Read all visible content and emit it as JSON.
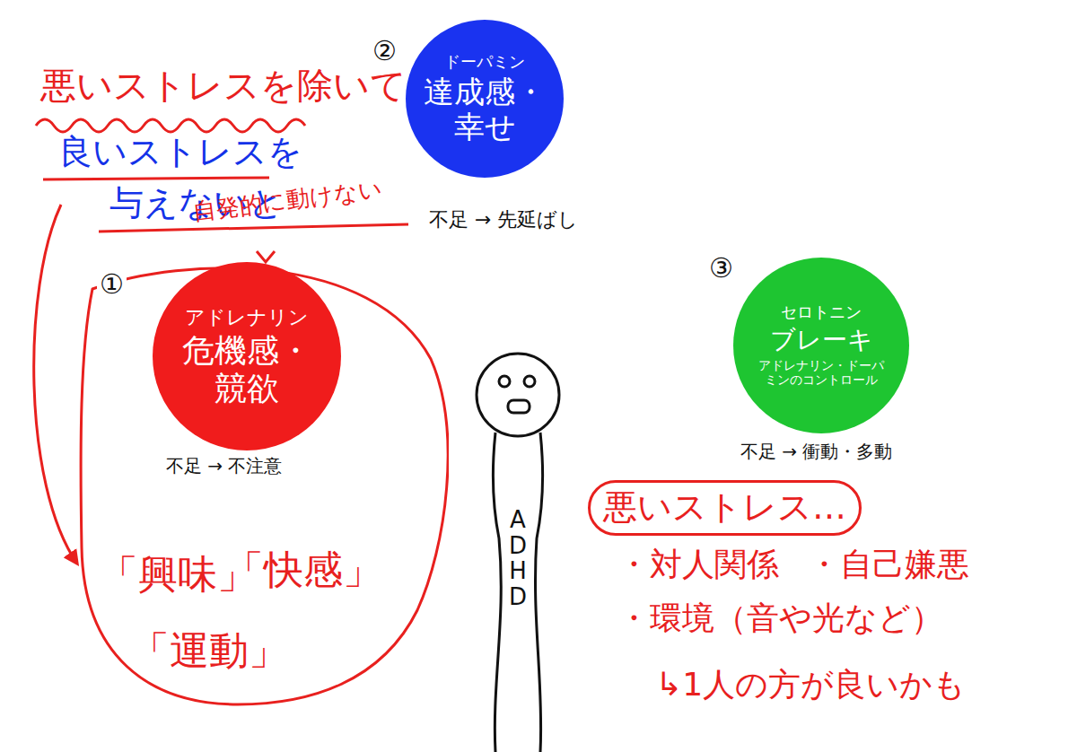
{
  "diagram": {
    "nodes": [
      {
        "text": [
          "ドーパミン",
          "達成感・幸せ"
        ]
      },
      {
        "text": [
          "「興味」",
          "「快感」",
          "「運動」"
        ]
      },
      {
        "text": [
          "アドレナリン",
          "危機感・競欲"
        ],
        "in": 1
      },
      {
        "text": [
          "セロトニン",
          "ブレーキ",
          "アドレナリン・ドーパミンのコントロール"
        ]
      },
      {
        "text": [
          "悪いストレス…"
        ]
      }
    ],
    "labels": [
      "悪いストレスを除いて",
      "良いストレスを",
      "与えないと",
      "自発的に動けない",
      "①",
      "②",
      "③",
      "不足 → 先延ばし",
      "不足 → 不注意",
      "不足 → 衝動・多動",
      "ADHD",
      "・対人関係",
      "・自己嫌悪",
      "・環境（音や光など）",
      "↳1人の方が良いかも"
    ]
  }
}
